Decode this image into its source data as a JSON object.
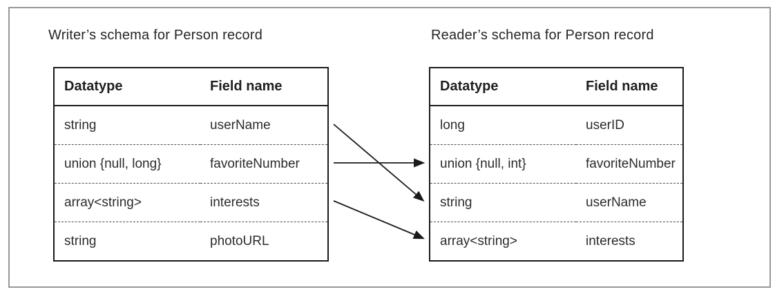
{
  "writer": {
    "title": "Writer’s schema for Person record",
    "columns": {
      "datatype": "Datatype",
      "field": "Field name"
    },
    "rows": [
      {
        "datatype": "string",
        "field": "userName"
      },
      {
        "datatype": "union {null, long}",
        "field": "favoriteNumber"
      },
      {
        "datatype": "array<string>",
        "field": "interests"
      },
      {
        "datatype": "string",
        "field": "photoURL"
      }
    ]
  },
  "reader": {
    "title": "Reader’s schema for Person record",
    "columns": {
      "datatype": "Datatype",
      "field": "Field name"
    },
    "rows": [
      {
        "datatype": "long",
        "field": "userID"
      },
      {
        "datatype": "union {null, int}",
        "field": "favoriteNumber"
      },
      {
        "datatype": "string",
        "field": "userName"
      },
      {
        "datatype": "array<string>",
        "field": "interests"
      }
    ]
  },
  "mappings": [
    {
      "from": "userName",
      "to": "userName"
    },
    {
      "from": "favoriteNumber",
      "to": "favoriteNumber"
    },
    {
      "from": "interests",
      "to": "interests"
    }
  ],
  "colors": {
    "table_border": "#1a1a1a",
    "row_divider": "#4d4d4d",
    "outer_frame": "#979797",
    "text": "#2b2b2b",
    "arrow": "#1a1a1a"
  }
}
